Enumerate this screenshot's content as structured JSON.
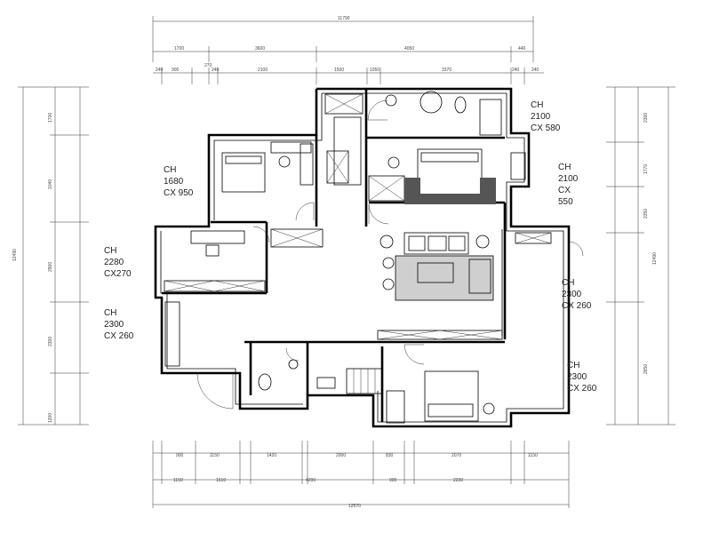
{
  "dims": {
    "top_total": "11790",
    "top_row1": [
      "1700",
      "3600",
      "4050",
      "440"
    ],
    "top_row2": [
      "240",
      "900",
      "270",
      "240",
      "2100",
      "1500",
      "1050",
      "3370",
      "240",
      "240"
    ],
    "bottom_total": "12570",
    "bottom_row1": [
      "900",
      "1150",
      "1420",
      "2000",
      "830",
      "2070",
      "1150"
    ],
    "bottom_row2": [
      "1150",
      "1610",
      "4200",
      "900",
      "2230"
    ],
    "left_total": "12490",
    "left_segments": [
      "1700",
      "1040",
      "2900",
      "2300",
      "1200"
    ],
    "right_total": "12490",
    "right_segments": [
      "2300",
      "1770",
      "2350",
      "2650"
    ]
  },
  "labels": [
    {
      "id": "room-label-ne",
      "lines": [
        "CH",
        "2100",
        "CX 580"
      ]
    },
    {
      "id": "room-label-e",
      "lines": [
        "CH",
        "2100",
        "CX",
        "550"
      ]
    },
    {
      "id": "room-label-nw",
      "lines": [
        "CH",
        "1680",
        "CX 950"
      ]
    },
    {
      "id": "room-label-w1",
      "lines": [
        "CH",
        "2280",
        "CX270"
      ]
    },
    {
      "id": "room-label-w2",
      "lines": [
        "CH",
        "2300",
        "CX 260"
      ]
    },
    {
      "id": "room-label-e2",
      "lines": [
        "CH",
        "2300",
        "CX 260"
      ]
    },
    {
      "id": "room-label-se",
      "lines": [
        "CH",
        "2300",
        "CX 260"
      ]
    }
  ]
}
